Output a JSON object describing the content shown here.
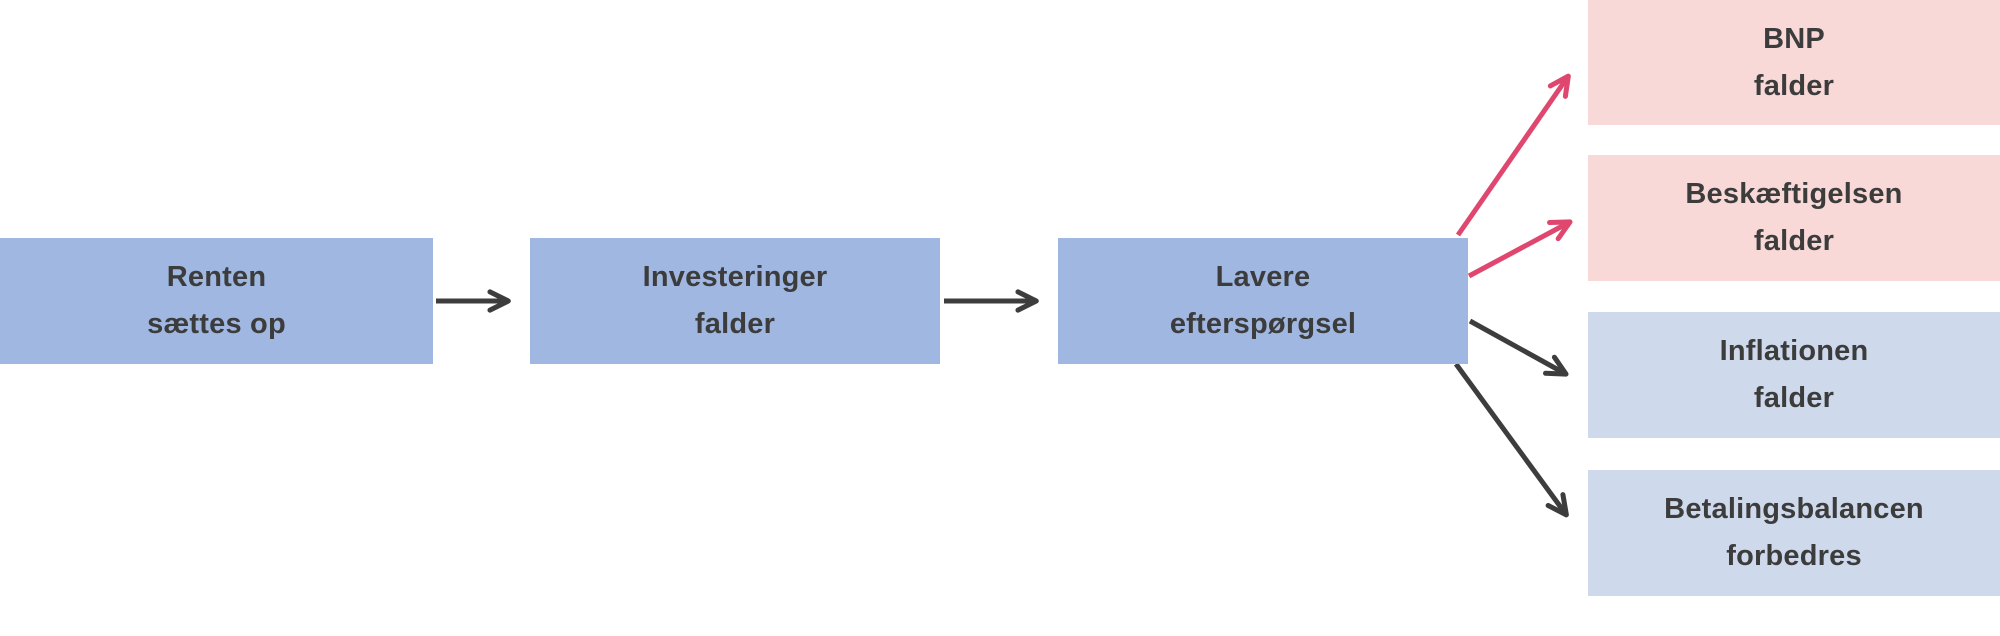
{
  "diagram": {
    "type": "flowchart",
    "language": "da",
    "description": "Causal chain of a rate hike: interest rate up, investments fall, lower demand, with four macroeconomic outcomes",
    "chain": [
      {
        "id": "renten",
        "lines": [
          "Renten",
          "sættes op"
        ]
      },
      {
        "id": "investeringer",
        "lines": [
          "Investeringer",
          "falder"
        ]
      },
      {
        "id": "efterspoergsel",
        "lines": [
          "Lavere",
          "efterspørgsel"
        ]
      }
    ],
    "outcomes": [
      {
        "id": "bnp",
        "lines": [
          "BNP",
          "falder"
        ],
        "box_style": "pink",
        "arrow_color": "red"
      },
      {
        "id": "beskaeftigelsen",
        "lines": [
          "Beskæftigelsen",
          "falder"
        ],
        "box_style": "pink",
        "arrow_color": "red"
      },
      {
        "id": "inflationen",
        "lines": [
          "Inflationen",
          "falder"
        ],
        "box_style": "light-blue",
        "arrow_color": "black"
      },
      {
        "id": "betalingsbalancen",
        "lines": [
          "Betalingsbalancen",
          "forbedres"
        ],
        "box_style": "light-blue",
        "arrow_color": "black"
      }
    ],
    "connections": [
      {
        "from": "renten",
        "to": "investeringer",
        "color": "black"
      },
      {
        "from": "investeringer",
        "to": "efterspoergsel",
        "color": "black"
      },
      {
        "from": "efterspoergsel",
        "to": "bnp",
        "color": "red"
      },
      {
        "from": "efterspoergsel",
        "to": "beskaeftigelsen",
        "color": "red"
      },
      {
        "from": "efterspoergsel",
        "to": "inflationen",
        "color": "black"
      },
      {
        "from": "efterspoergsel",
        "to": "betalingsbalancen",
        "color": "black"
      }
    ],
    "colors": {
      "chain_box": "#9fb7e1",
      "outcome_pink": "#f9d9d8",
      "outcome_light_blue": "#cedaec",
      "arrow_black": "#3d3d3d",
      "arrow_red": "#e0476f",
      "text": "#3c3c3c",
      "background": "#ffffff"
    }
  }
}
